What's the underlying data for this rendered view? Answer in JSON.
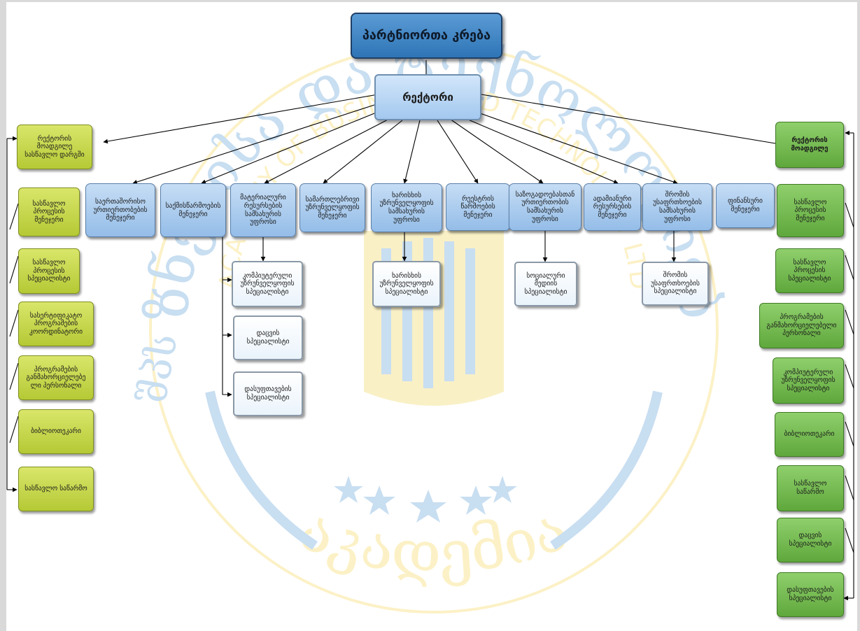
{
  "watermark": {
    "arc_top": "ბიზნესისა და ტექნოლოგიების",
    "arc_english": "ACADEMY OF BUSINESS AND TECHNOLOGY LTD",
    "arc_left_side": "შპს",
    "bottom_word": "აკადემია",
    "colors": {
      "blue": "#0a6fc2",
      "gold": "#f3c300"
    }
  },
  "org": {
    "top": "პარტნიორთა კრება",
    "rector": "რექტორი",
    "depts": [
      "საერთაშორისო ურთიერთობების მენეჯერი",
      "საქმისწარმოების მენეჯერი",
      "მატერიალური რესურსების სამსახურის უფროსი",
      "სამართლებრივი უზრუნველყოფის მენეჯერი",
      "ხარისხის უზრუნველყოფის სამსახურის უფროსი",
      "რეესტრის წარმოების მენეჯერი",
      "საზოგადოებასთან ურთიერთობის სამსახურის უფროსი",
      "ადამიანური რესურსების მენეჯერი",
      "შრომის უსაფრთხოების სამსახურის უფროსი",
      "ფინანსური მენეჯერი"
    ],
    "subs": [
      "კომპიუტერული უზრუნველყოფის სპეციალისტი",
      "დაცვის სპეციალისტი",
      "დასუფთავების სპეციალისტი",
      "ხარისხის უზრუნველყოფის სპეციალისტი",
      "სოციალური მედიის სპეციალისტი",
      "შრომის უსაფრთხოების სპეციალისტი"
    ],
    "left": [
      "რექტორის მოადგილე სასწავლო დარგში",
      "სასწავლო პროცესის მენეჯერი",
      "სასწავლო პროცესის სპეციალისტი",
      "სასერტიფიკატო პროგრამების კოორდინატორი",
      "პროგრამების განმახორციელებე ლი პერსონალი",
      "ბიბლიოთეკარი",
      "სასწავლო საწარმო"
    ],
    "right": [
      "რექტორის მოადგილე",
      "სასწავლო პროცესის მენეჯერი",
      "სასწავლო პროცესის სპეციალისტი",
      "პროგრამების განმახორციელებელი პერსონალი",
      "კომპიუტერული უზრუნველყოფის სპეციალისტი",
      "ბიბლიოთეკარი",
      "სასწავლო საწარმო",
      "დაცვის სპეციალისტი",
      "დასუფთავების სპეციალისტი"
    ]
  }
}
